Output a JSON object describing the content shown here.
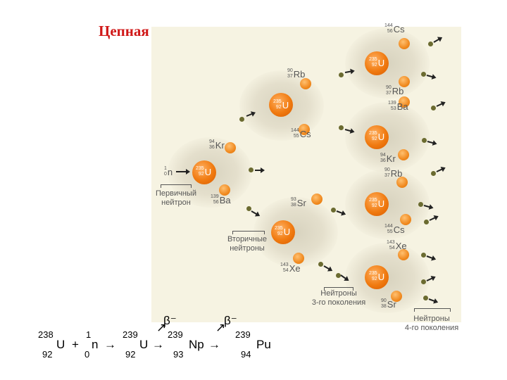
{
  "title": "Цепная реакция деления",
  "nuclei": [
    {
      "mass": "235",
      "charge": "92",
      "sym": "U"
    },
    {
      "mass": "235",
      "charge": "92",
      "sym": "U"
    },
    {
      "mass": "235",
      "charge": "92",
      "sym": "U"
    },
    {
      "mass": "235",
      "charge": "92",
      "sym": "U"
    },
    {
      "mass": "235",
      "charge": "92",
      "sym": "U"
    },
    {
      "mass": "235",
      "charge": "92",
      "sym": "U"
    },
    {
      "mass": "235",
      "charge": "92",
      "sym": "U"
    }
  ],
  "fragments": [
    {
      "mass": "144",
      "charge": "56",
      "sym": "Cs"
    },
    {
      "mass": "90",
      "charge": "37",
      "sym": "Rb"
    },
    {
      "mass": "90",
      "charge": "37",
      "sym": "Rb"
    },
    {
      "mass": "139",
      "charge": "53",
      "sym": "Ba"
    },
    {
      "mass": "144",
      "charge": "55",
      "sym": "Cs"
    },
    {
      "mass": "94",
      "charge": "36",
      "sym": "Kr"
    },
    {
      "mass": "94",
      "charge": "36",
      "sym": "Kr"
    },
    {
      "mass": "90",
      "charge": "37",
      "sym": "Rb"
    },
    {
      "mass": "139",
      "charge": "56",
      "sym": "Ba"
    },
    {
      "mass": "93",
      "charge": "38",
      "sym": "Sr"
    },
    {
      "mass": "144",
      "charge": "55",
      "sym": "Cs"
    },
    {
      "mass": "143",
      "charge": "54",
      "sym": "Xe"
    },
    {
      "mass": "143",
      "charge": "54",
      "sym": "Xe"
    },
    {
      "mass": "90",
      "charge": "38",
      "sym": "Sr"
    }
  ],
  "neutron_symbol": {
    "mass": "1",
    "charge": "0",
    "sym": "n"
  },
  "labels": {
    "primary_line1": "Первичный",
    "primary_line2": "нейтрон",
    "secondary_line1": "Вторичные",
    "secondary_line2": "нейтроны",
    "third_line1": "Нейтроны",
    "third_line2": "3-го поколения",
    "fourth_line1": "Нейтроны",
    "fourth_line2": "4-го поколения"
  },
  "equation": {
    "u238_mass": "238",
    "u238_charge": "92",
    "u": "U",
    "plus": "+",
    "n_mass": "1",
    "n_charge": "0",
    "n": "n",
    "arrow": "→",
    "u239_mass": "239",
    "u239_charge": "92",
    "beta": "β⁻",
    "np_mass": "239",
    "np_charge": "93",
    "np": "Np",
    "pu_mass": "239",
    "pu_charge": "94",
    "pu": "Pu"
  }
}
